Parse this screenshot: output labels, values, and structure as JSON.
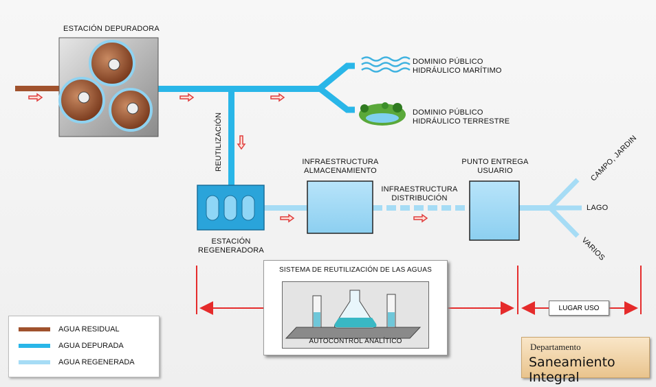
{
  "labels": {
    "estacion_depuradora": "ESTACIÓN DEPURADORA",
    "dominio_maritimo_1": "DOMINIO PÚBLICO",
    "dominio_maritimo_2": "HIDRÁULICO MARÍTIMO",
    "dominio_terrestre_1": "DOMINIO PÚBLICO",
    "dominio_terrestre_2": "HIDRÁULICO TERRESTRE",
    "reutilizacion": "REUTILIZACIÓN",
    "infra_almac_1": "INFRAESTRUCTURA",
    "infra_almac_2": "ALMACENAMIENTO",
    "infra_dist_1": "INFRAESTRUCTURA",
    "infra_dist_2": "DISTRIBUCIÓN",
    "punto_entrega_1": "PUNTO ENTREGA",
    "punto_entrega_2": "USUARIO",
    "estacion_regeneradora_1": "ESTACIÓN",
    "estacion_regeneradora_2": "REGENERADORA",
    "campo_jardin": "CAMPO, JARDIN",
    "lago": "LAGO",
    "varios": "VARIOS"
  },
  "system_box": {
    "title": "SISTEMA DE REUTILIZACIÓN DE LAS AGUAS",
    "caption": "AUTOCONTROL ANALÍTICO"
  },
  "lugar_uso": "LUGAR USO",
  "legend": [
    {
      "label": "AGUA RESIDUAL",
      "color": "#a0522d"
    },
    {
      "label": "AGUA DEPURADA",
      "color": "#29b6e8"
    },
    {
      "label": "AGUA REGENERADA",
      "color": "#a6dcf5"
    }
  ],
  "logo": {
    "department": "Departamento",
    "name": "Saneamiento Integral"
  },
  "colors": {
    "residual": "#a0522d",
    "depurada": "#29b6e8",
    "regenerada": "#a6dcf5",
    "arrow": "#e03c3c",
    "red_line": "#e52b2b"
  }
}
